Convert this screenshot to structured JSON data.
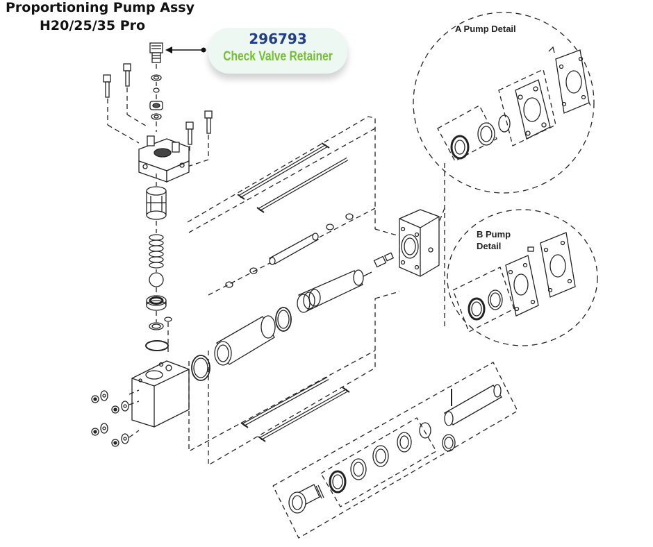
{
  "title": {
    "line1": "Proportioning Pump Assy",
    "line2": "H20/25/35 Pro"
  },
  "callout": {
    "part_number": "296793",
    "part_name": "Check Valve Retainer",
    "number_color": "#213e86",
    "name_color": "#74bf2f",
    "bg_color": "#eef8f2"
  },
  "details": {
    "a_pump": "A Pump Detail",
    "b_pump_line1": "B Pump",
    "b_pump_line2": "Detail"
  }
}
